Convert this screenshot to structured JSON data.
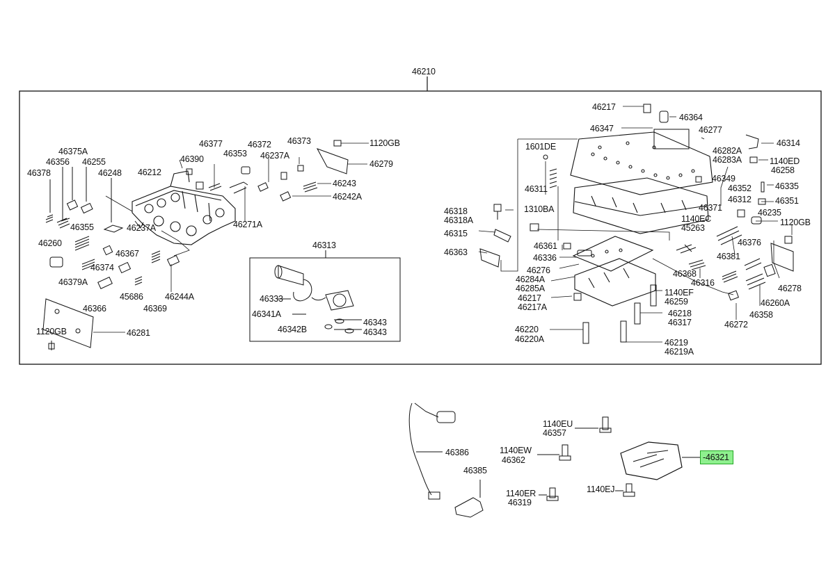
{
  "assembly_label": "46210",
  "highlight_label": "-46321",
  "highlight_colors": {
    "fill": "#8ef08e",
    "border": "#23a823"
  },
  "labels": {
    "l46210": "46210",
    "l46375A": "46375A",
    "l46356": "46356",
    "l46255": "46255",
    "l46378": "46378",
    "l46248": "46248",
    "l46212": "46212",
    "l46390": "46390",
    "l46377": "46377",
    "l46353": "46353",
    "l46372": "46372",
    "l46237A_a": "46237A",
    "l46373": "46373",
    "l1120GB_a": "1120GB",
    "l46279": "46279",
    "l46243": "46243",
    "l46242A": "46242A",
    "l46271A": "46271A",
    "l46355": "46355",
    "l46237A_b": "46237A",
    "l46260": "46260",
    "l46367": "46367",
    "l46374": "46374",
    "l46379A": "46379A",
    "l45686": "45686",
    "l46244A": "46244A",
    "l46366": "46366",
    "l46369": "46369",
    "l1120GB_b": "1120GB",
    "l46281": "46281",
    "l46313": "46313",
    "l46333": "46333",
    "l46341A": "46341A",
    "l46343_a": "46343",
    "l46342B": "46342B",
    "l46343_b": "46343",
    "l46217_a": "46217",
    "l46364": "46364",
    "l46347": "46347",
    "l46277": "46277",
    "l46314": "46314",
    "l1601DE": "1601DE",
    "l46282A": "46282A",
    "l46283A": "46283A",
    "l1140ED": "1140ED",
    "l46258": "46258",
    "l46349": "46349",
    "l46311": "46311",
    "l46352": "46352",
    "l46335": "46335",
    "l46351": "46351",
    "l46371": "46371",
    "l46318": "46318",
    "l46318A": "46318A",
    "l1310BA": "1310BA",
    "l46235": "46235",
    "l1140EC": "1140EC",
    "l45263": "45263",
    "l1120GB_c": "1120GB",
    "l46312": "46312",
    "l46315": "46315",
    "l46361": "46361",
    "l46376": "46376",
    "l46363": "46363",
    "l46336": "46336",
    "l46381": "46381",
    "l46276": "46276",
    "l46368": "46368",
    "l46284A": "46284A",
    "l46285A": "46285A",
    "l46316": "46316",
    "l46278": "46278",
    "l1140EF": "1140EF",
    "l46259": "46259",
    "l46217_b": "46217",
    "l46217A": "46217A",
    "l46260A": "46260A",
    "l46218": "46218",
    "l46317": "46317",
    "l46358": "46358",
    "l46272": "46272",
    "l46220": "46220",
    "l46220A": "46220A",
    "l46219": "46219",
    "l46219A": "46219A",
    "l1140EU": "1140EU",
    "l46357": "46357",
    "l46386": "46386",
    "l1140EW": "1140EW",
    "l46362": "46362",
    "l46385": "46385",
    "l1140ER": "1140ER",
    "l46319": "46319",
    "l1140EJ": "1140EJ"
  }
}
